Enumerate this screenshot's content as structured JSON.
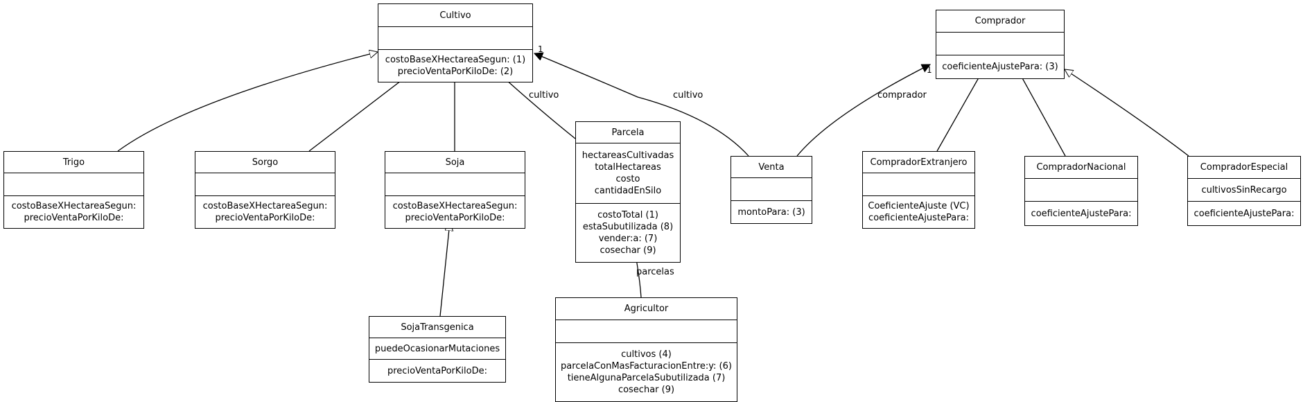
{
  "classes": {
    "cultivo": {
      "name": "Cultivo",
      "attributes": [],
      "methods": [
        "costoBaseXHectareaSegun: (1)",
        "precioVentaPorKiloDe: (2)"
      ]
    },
    "trigo": {
      "name": "Trigo",
      "attributes": [],
      "methods": [
        "costoBaseXHectareaSegun:",
        "precioVentaPorKiloDe:"
      ]
    },
    "sorgo": {
      "name": "Sorgo",
      "attributes": [],
      "methods": [
        "costoBaseXHectareaSegun:",
        "precioVentaPorKiloDe:"
      ]
    },
    "soja": {
      "name": "Soja",
      "attributes": [],
      "methods": [
        "costoBaseXHectareaSegun:",
        "precioVentaPorKiloDe:"
      ]
    },
    "sojaTransgenica": {
      "name": "SojaTransgenica",
      "attributes": [
        "puedeOcasionarMutaciones"
      ],
      "methods": [
        "precioVentaPorKiloDe:"
      ]
    },
    "parcela": {
      "name": "Parcela",
      "attributes": [
        "hectareasCultivadas",
        "totalHectareas",
        "costo",
        "cantidadEnSilo"
      ],
      "methods": [
        "costoTotal (1)",
        "estaSubutilizada (8)",
        "vender:a: (7)",
        "cosechar (9)"
      ]
    },
    "agricultor": {
      "name": "Agricultor",
      "attributes": [],
      "methods": [
        "cultivos (4)",
        "parcelaConMasFacturacionEntre:y: (6)",
        "tieneAlgunaParcelaSubutilizada (7)",
        "cosechar (9)"
      ]
    },
    "venta": {
      "name": "Venta",
      "attributes": [],
      "methods": [
        "montoPara: (3)"
      ]
    },
    "comprador": {
      "name": "Comprador",
      "attributes": [],
      "methods": [
        "coeficienteAjustePara: (3)"
      ]
    },
    "compradorExtranjero": {
      "name": "CompradorExtranjero",
      "attributes": [],
      "methods": [
        "CoeficienteAjuste (VC)",
        "coeficienteAjustePara:"
      ]
    },
    "compradorNacional": {
      "name": "CompradorNacional",
      "attributes": [],
      "methods": [
        "coeficienteAjustePara:"
      ]
    },
    "compradorEspecial": {
      "name": "CompradorEspecial",
      "attributes": [
        "cultivosSinRecargo"
      ],
      "methods": [
        "coeficienteAjustePara:"
      ]
    }
  },
  "associations": {
    "parcela_cultivo": {
      "label": "cultivo",
      "multiplicity": "1"
    },
    "venta_cultivo": {
      "label": "cultivo",
      "multiplicity": "1"
    },
    "venta_comprador": {
      "label": "comprador",
      "multiplicity": "1"
    },
    "agricultor_parcelas": {
      "label": "parcelas",
      "multiplicity": "*"
    }
  }
}
